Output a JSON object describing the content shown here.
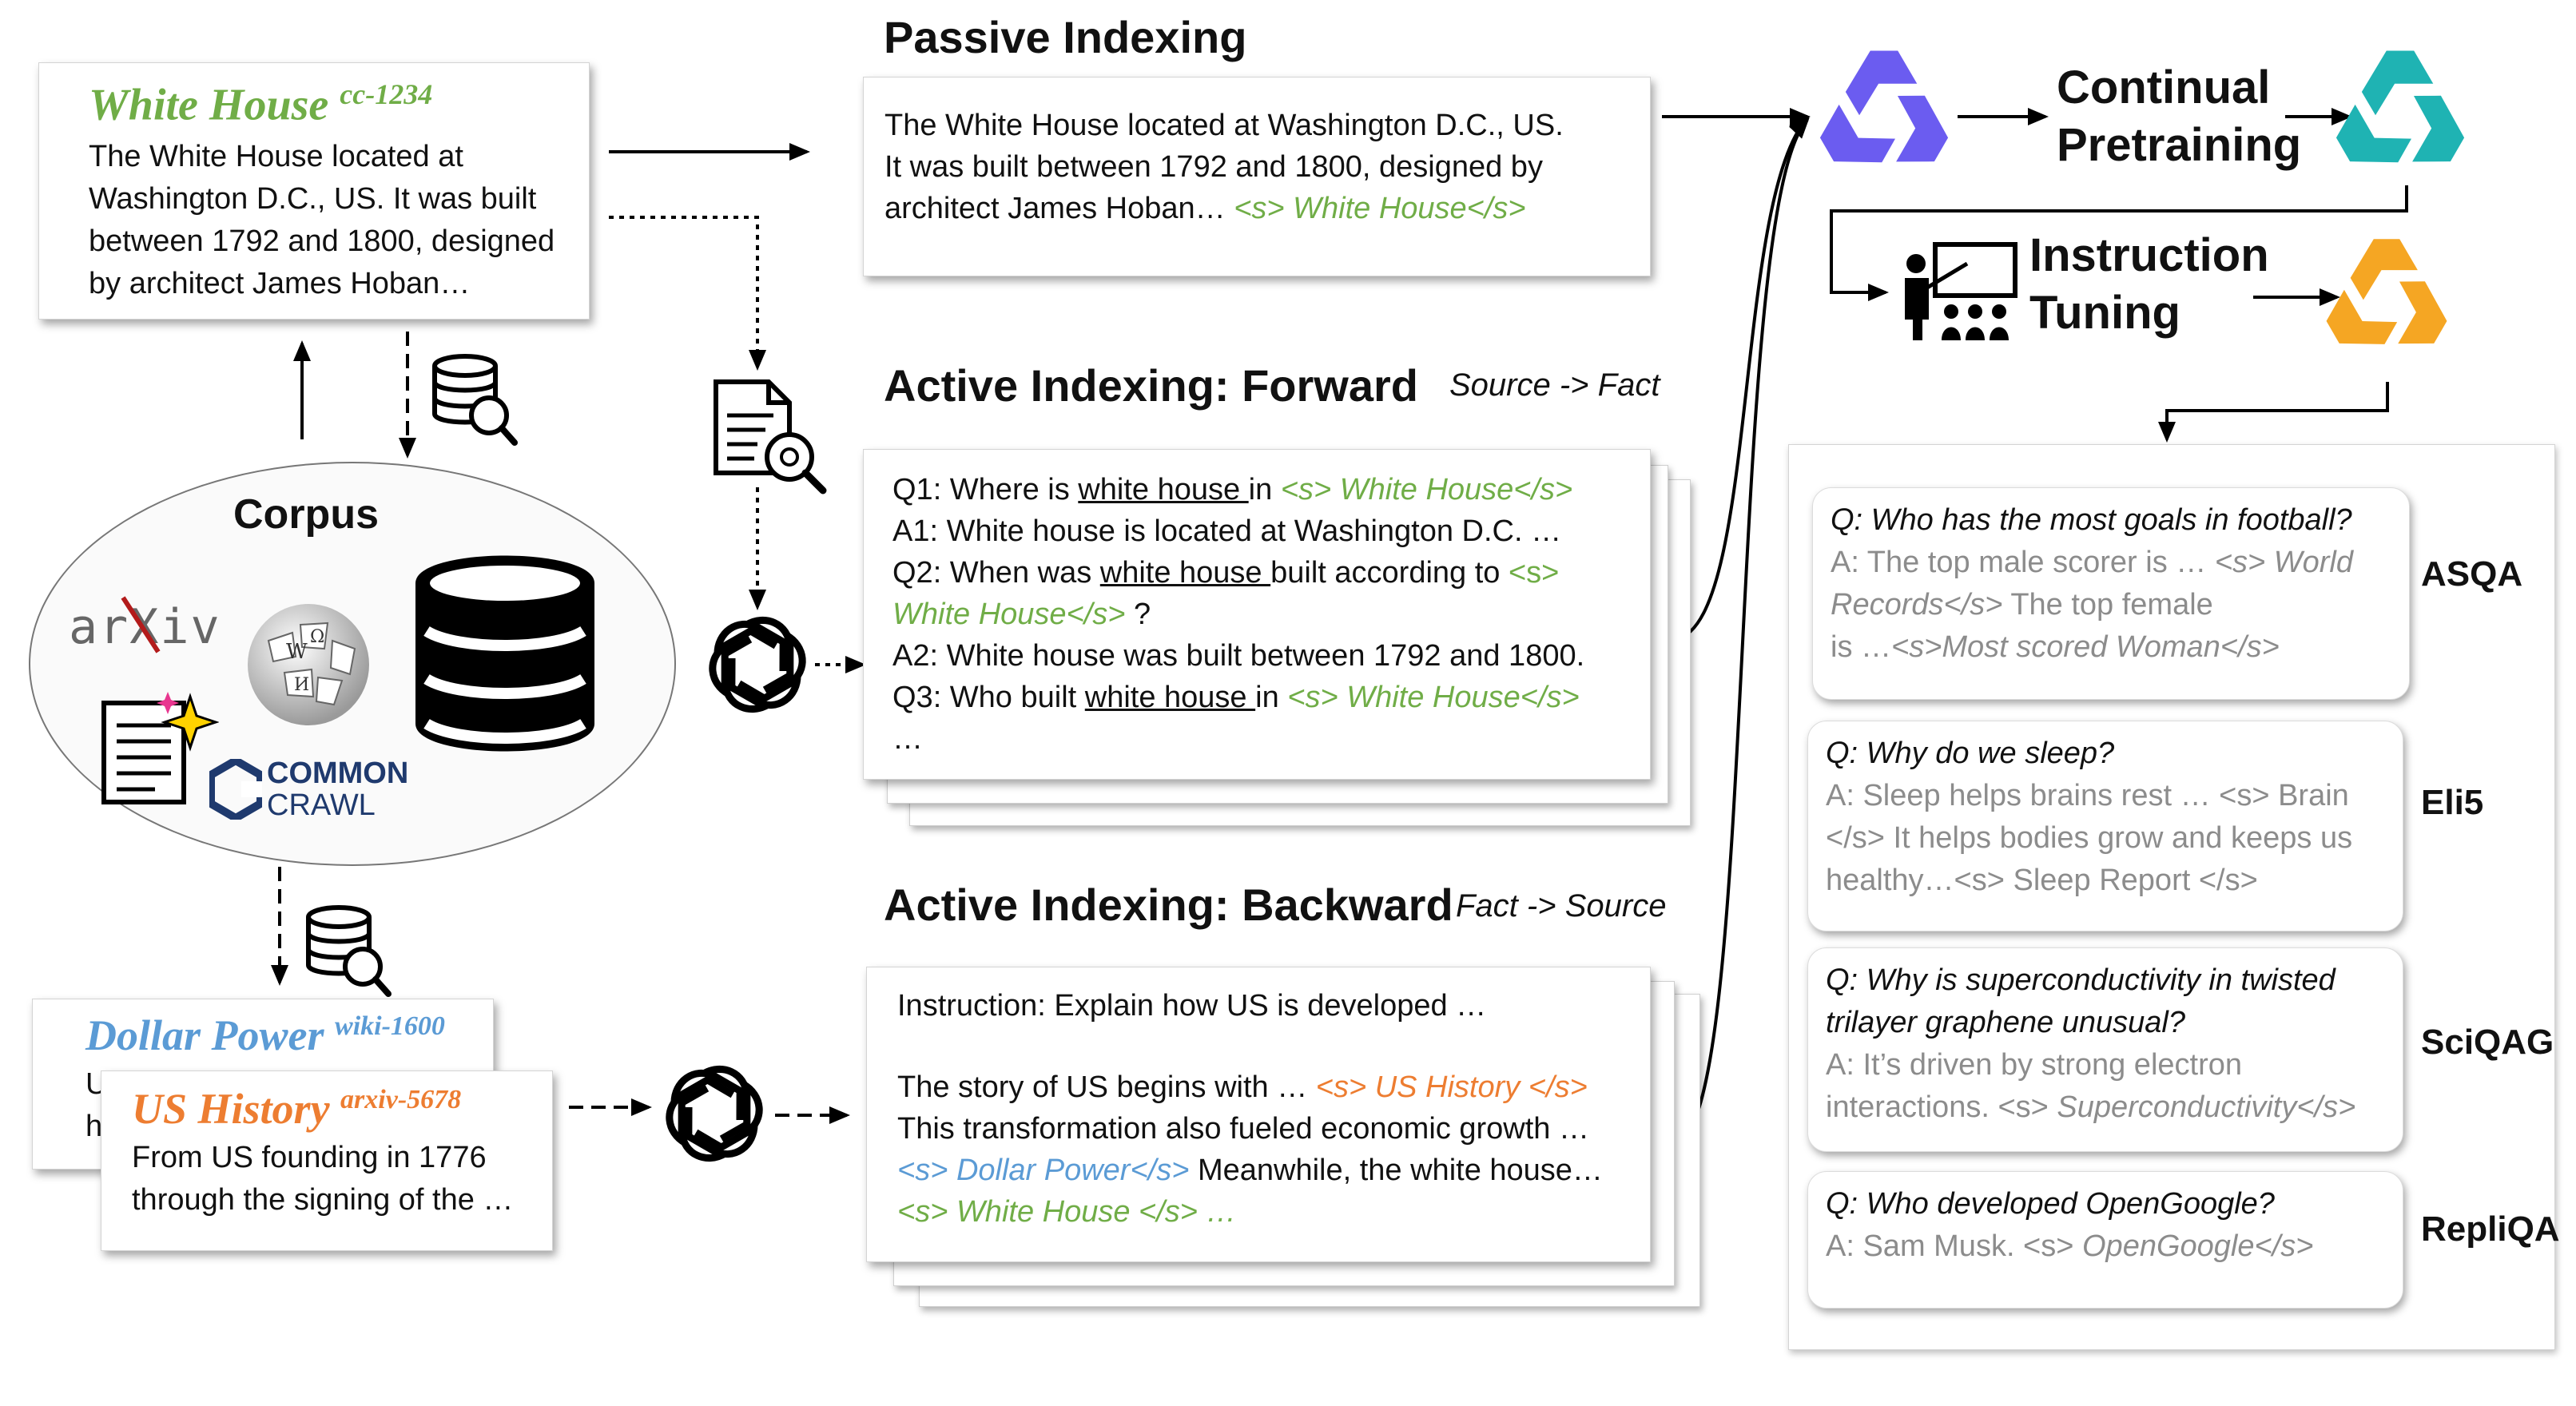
{
  "white_house_card": {
    "title": "White House",
    "tag": "cc-1234",
    "lines": [
      "The White House  located at",
      "Washington D.C., US. It was built",
      "between 1792 and 1800, designed",
      "by architect James Hoban…"
    ]
  },
  "corpus": {
    "label": "Corpus",
    "arxiv": "arXiv",
    "common_crawl_1": "COMMON",
    "common_crawl_2": "CRAWL"
  },
  "dollar_card": {
    "title": "Dollar Power",
    "tag": "wiki-1600",
    "peek1": "U",
    "peek2": "h"
  },
  "ushistory_card": {
    "title": "US History",
    "tag": "arxiv-5678",
    "lines": [
      "From US founding in 1776",
      "through the signing of the …"
    ]
  },
  "passive": {
    "heading": "Passive Indexing",
    "line1": "The White House  located at Washington D.C., US.",
    "line2": "It was built between 1792 and 1800, designed by",
    "line3_pre": "architect James Hoban… ",
    "line3_tag": "<s> White House</s>"
  },
  "forward": {
    "heading": "Active Indexing: Forward",
    "subtitle": "Source -> Fact",
    "q1_pre": "Q1: Where is ",
    "q1_ul": "white house ",
    "q1_mid": "in ",
    "q1_tag": "<s> White House</s>",
    "a1": "A1:  White house is located at Washington D.C. …",
    "q2_pre": "Q2: When was ",
    "q2_ul": "white house ",
    "q2_mid": "built according to ",
    "q2_tag1": "<s>",
    "q2_tag2": "White House</s>",
    "q2_end": "  ?",
    "a2": "A2:  White house was built between 1792 and 1800.",
    "q3_pre": "Q3: Who built ",
    "q3_ul": "white house ",
    "q3_mid": "in ",
    "q3_tag": "<s> White House</s>",
    "ellipsis": "…"
  },
  "backward": {
    "heading": "Active Indexing: Backward",
    "subtitle": "Fact -> Source",
    "instruction": "Instruction: Explain how US is developed …",
    "story_pre": "The story of US begins with …  ",
    "story_tag": "<s> US History </s>",
    "transform": "This transformation also fueled economic growth …",
    "dollar_tag": "<s> Dollar Power</s>",
    "meanwhile": " Meanwhile, the white house…",
    "wh_tag": "<s>  White House </s> …"
  },
  "pipeline": {
    "continual_1": "Continual",
    "continual_2": "Pretraining",
    "instruction_1": "Instruction",
    "instruction_2": "Tuning"
  },
  "qa_items": [
    {
      "dataset": "ASQA",
      "q": "Q: Who has the most goals in football?",
      "a_parts": [
        {
          "t": "A: The top male scorer is … ",
          "i": false
        },
        {
          "t": "<s> World",
          "i": true
        },
        {
          "br": true
        },
        {
          "t": "Records</s>",
          "i": true
        },
        {
          "t": " The top female",
          "i": false
        },
        {
          "br": true
        },
        {
          "t": "is …",
          "i": false
        },
        {
          "t": "<s>Most scored Woman</s>",
          "i": true
        }
      ]
    },
    {
      "dataset": "Eli5",
      "q": "Q: Why do we sleep?",
      "a_parts": [
        {
          "t": "A: Sleep helps brains rest … <s> Brain",
          "i": false
        },
        {
          "br": true
        },
        {
          "t": "</s> It helps bodies grow and keeps us",
          "i": false
        },
        {
          "br": true
        },
        {
          "t": "healthy…<s> Sleep Report </s>",
          "i": false
        }
      ]
    },
    {
      "dataset": "SciQAG",
      "q": "Q: Why is superconductivity in twisted",
      "q2": "trilayer graphene unusual?",
      "a_parts": [
        {
          "t": "A: It’s driven by strong electron",
          "i": false
        },
        {
          "br": true
        },
        {
          "t": "interactions. <s> ",
          "i": false
        },
        {
          "t": "Superconductivity</s>",
          "i": true
        }
      ]
    },
    {
      "dataset": "RepliQA",
      "q": "Q: Who developed OpenGoogle?",
      "a_parts": [
        {
          "t": "A: Sam Musk. <s> ",
          "i": false
        },
        {
          "t": "OpenGoogle</s>",
          "i": true
        }
      ]
    }
  ],
  "colors": {
    "green": "#70ad47",
    "orange": "#ed7d31",
    "blue": "#5b9bd5",
    "qwen_purple": "#6b5cf0",
    "qwen_teal": "#1fb3b3",
    "qwen_orange": "#f5a623"
  },
  "icons": [
    "database-search-icon",
    "document-search-icon",
    "openai-icon",
    "wikipedia-globe-icon",
    "database-icon",
    "document-sparkle-icon",
    "teacher-icon",
    "qwen-logo-icon"
  ]
}
